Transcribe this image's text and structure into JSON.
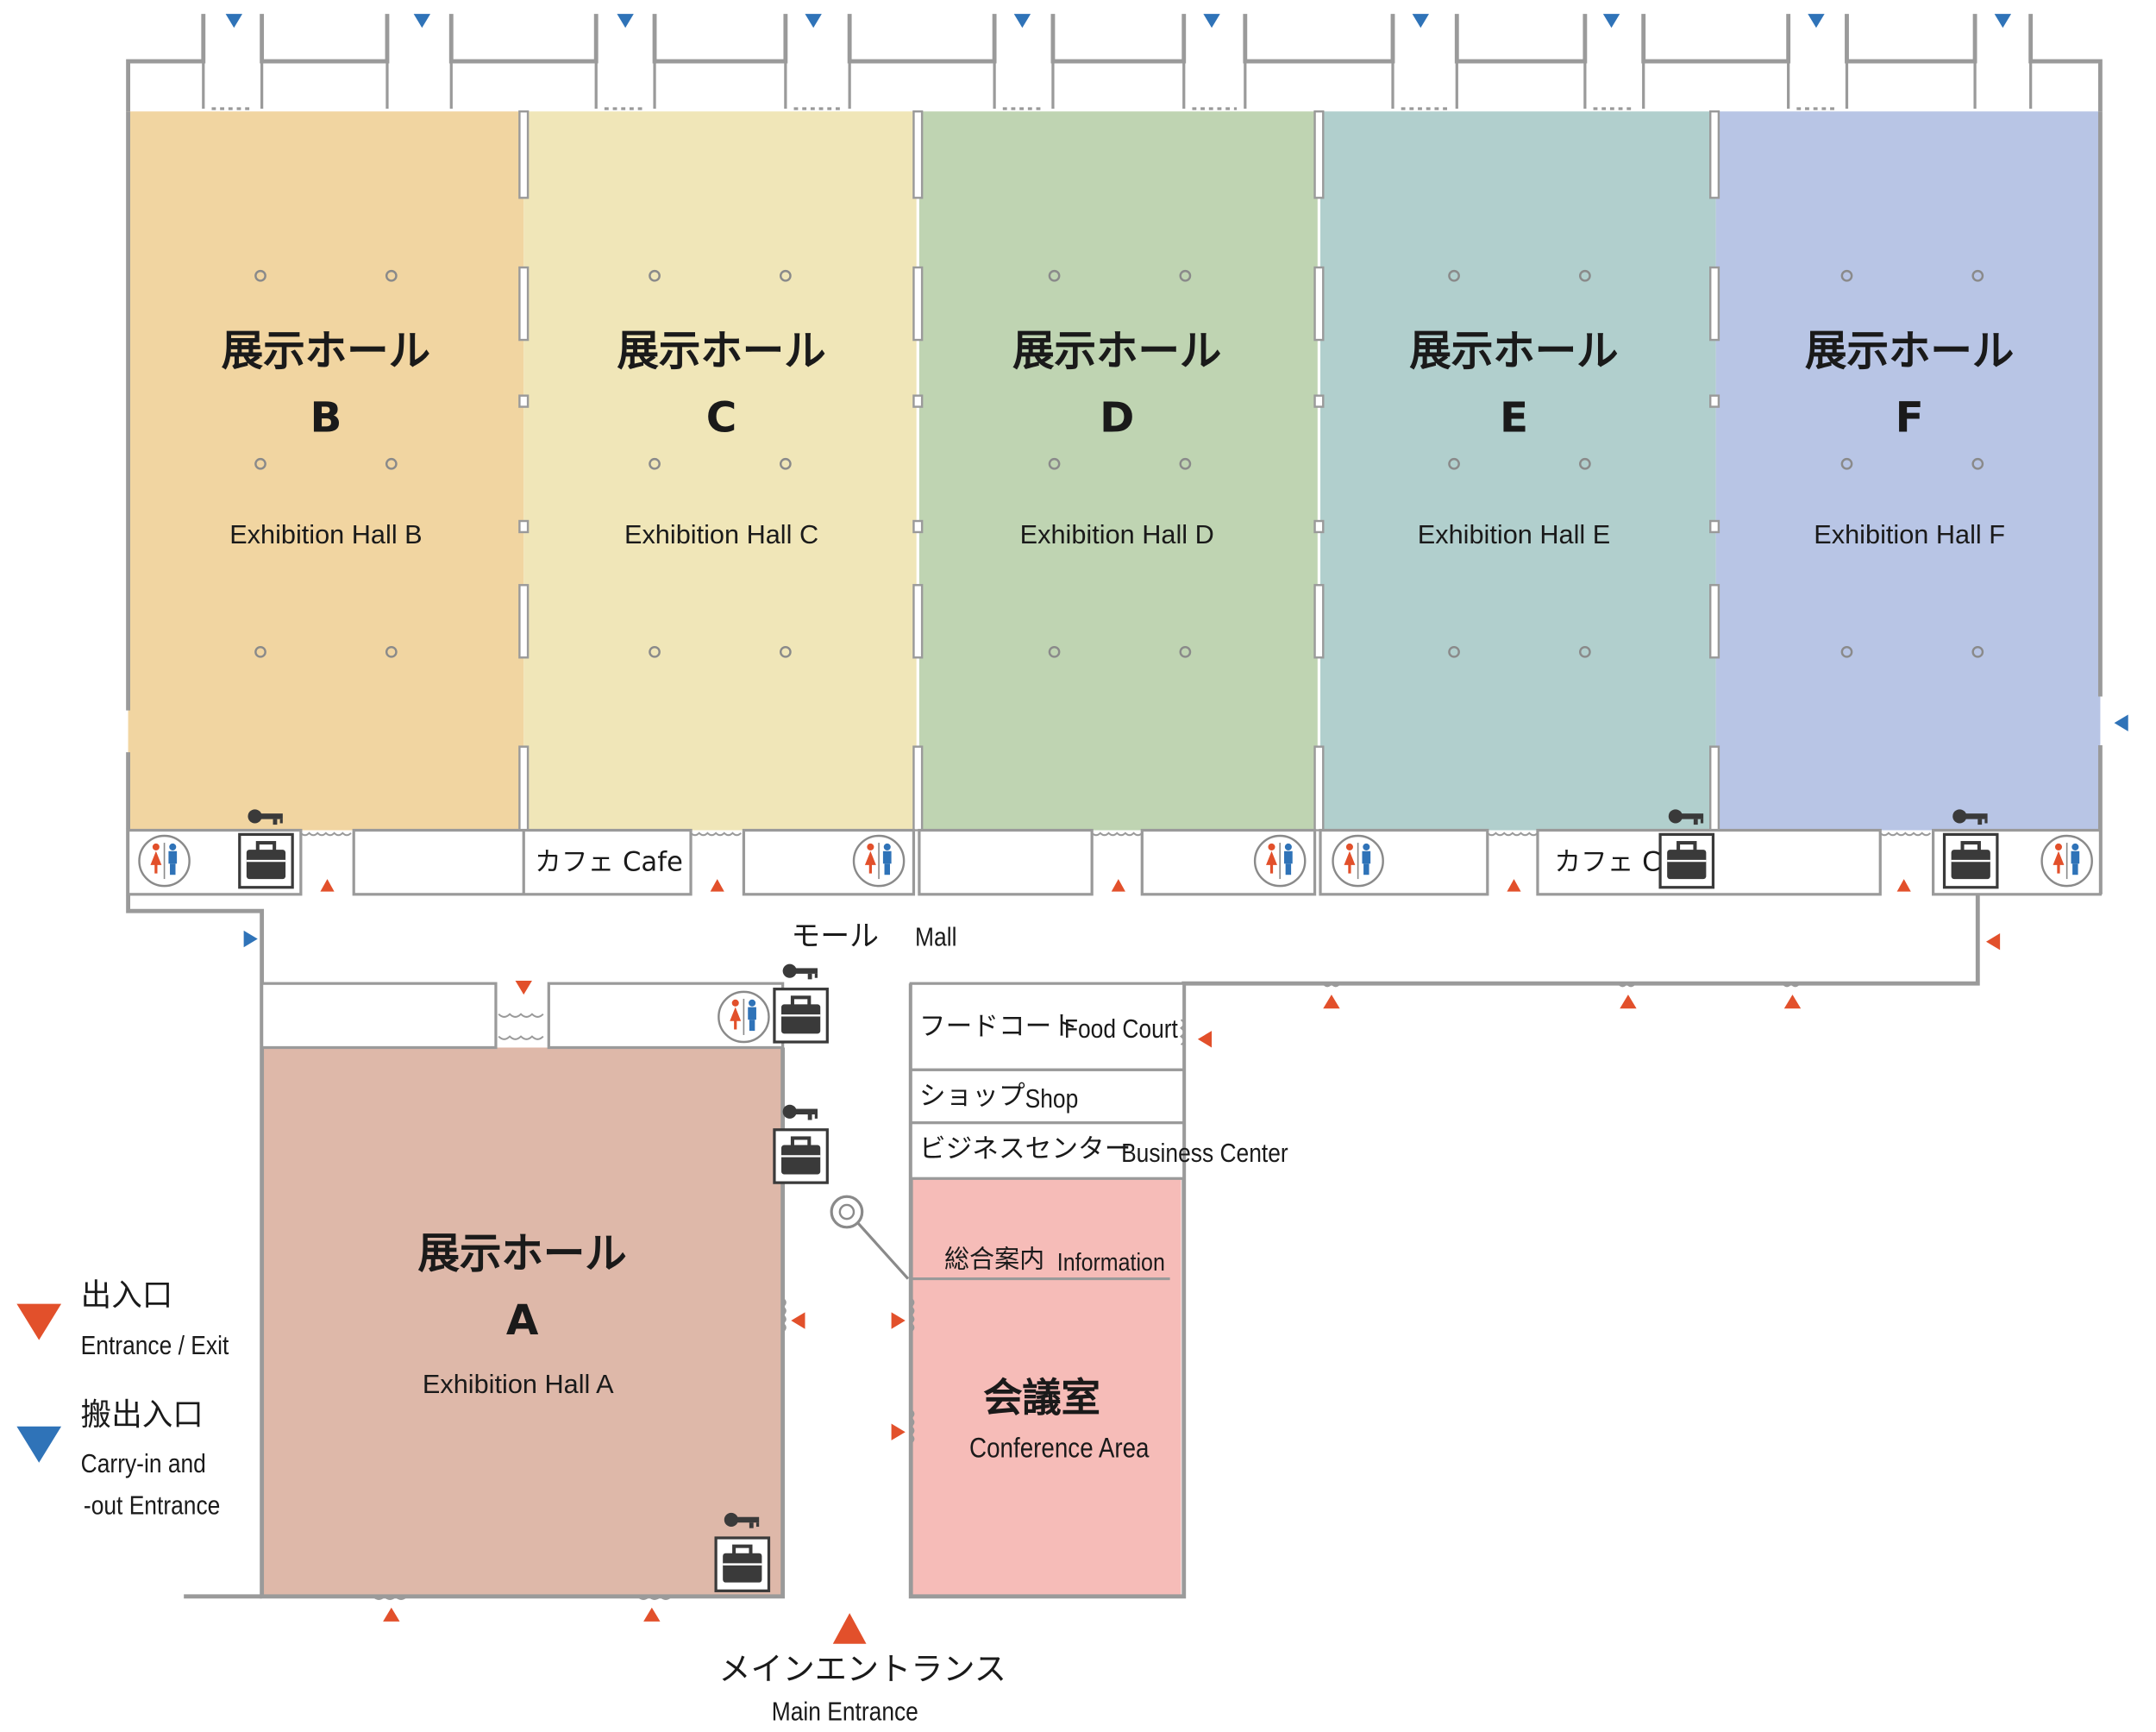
{
  "halls": [
    {
      "id": "B",
      "title": "展示ホール",
      "letter": "B",
      "english": "Exhibition Hall B",
      "color": "#f1d5a1"
    },
    {
      "id": "C",
      "title": "展示ホール",
      "letter": "C",
      "english": "Exhibition Hall C",
      "color": "#f0e6b8"
    },
    {
      "id": "D",
      "title": "展示ホール",
      "letter": "D",
      "english": "Exhibition Hall D",
      "color": "#bfd4b2"
    },
    {
      "id": "E",
      "title": "展示ホール",
      "letter": "E",
      "english": "Exhibition Hall E",
      "color": "#b1cfcd"
    },
    {
      "id": "F",
      "title": "展示ホール",
      "letter": "F",
      "english": "Exhibition Hall F",
      "color": "#b8c5e5"
    },
    {
      "id": "A",
      "title": "展示ホール",
      "letter": "A",
      "english": "Exhibition Hall A",
      "color": "#deb8a9"
    }
  ],
  "cafes": [
    {
      "label": "カフェ Cafe"
    },
    {
      "label": "カフェ C"
    }
  ],
  "mall": {
    "jp": "モール",
    "en": "Mall"
  },
  "facilities": {
    "food_court": {
      "jp": "フードコート",
      "en": "Food Court"
    },
    "shop": {
      "jp": "ショップ",
      "en": "Shop"
    },
    "business_center": {
      "jp": "ビジネスセンター",
      "en": "Business Center"
    },
    "information": {
      "jp": "総合案内",
      "en": "Information"
    },
    "conference": {
      "jp": "会議室",
      "en": "Conference Area",
      "color": "#f6bcb8"
    }
  },
  "main_entrance": {
    "jp": "メインエントランス",
    "en": "Main Entrance"
  },
  "legend": {
    "entrance": {
      "jp": "出入口",
      "en": "Entrance / Exit",
      "color": "#e2502b"
    },
    "carry_in": {
      "jp": "搬出入口",
      "en_line1": "Carry-in and",
      "en_line2": "-out Entrance",
      "color": "#2f73b8"
    }
  },
  "icons": {
    "restroom": "restroom-icon",
    "locker": "locker-icon",
    "key": "key-icon",
    "information": "information-icon"
  }
}
